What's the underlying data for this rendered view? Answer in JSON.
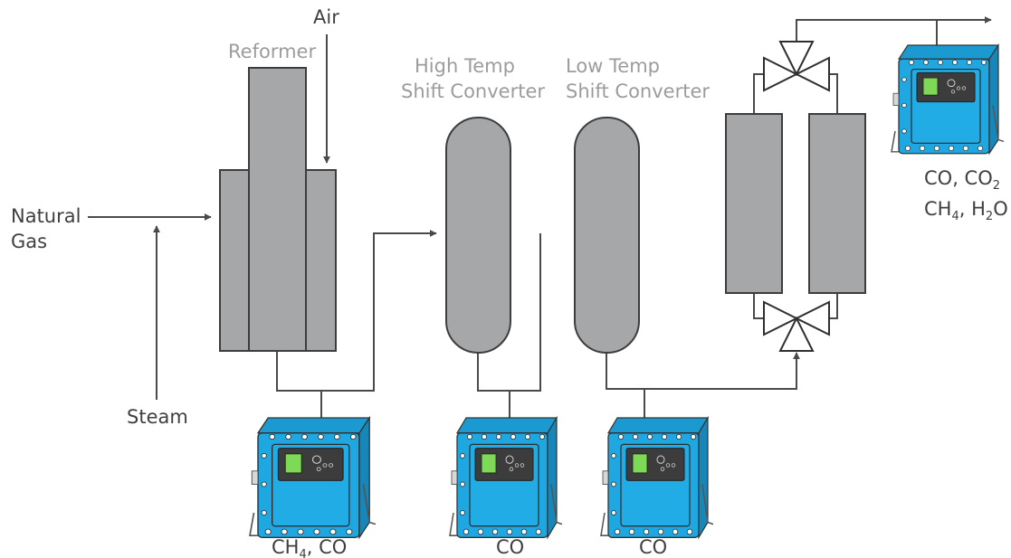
{
  "labels": {
    "air": "Air",
    "reformer": "Reformer",
    "htsc_line1": "High Temp",
    "htsc_line2": "Shift Converter",
    "ltsc_line1": "Low Temp",
    "ltsc_line2": "Shift Converter",
    "natural_gas_line1": "Natural",
    "natural_gas_line2": "Gas",
    "steam": "Steam"
  },
  "analyzers": [
    {
      "id": "analyzer-reformer",
      "measurement": {
        "a": "CH",
        "a_sub": "4",
        "b": ", CO"
      }
    },
    {
      "id": "analyzer-htsc",
      "measurement": "CO"
    },
    {
      "id": "analyzer-ltsc",
      "measurement": "CO"
    },
    {
      "id": "analyzer-product",
      "measurement": {
        "line1_a": "CO, CO",
        "line1_sub": "2",
        "line2_a": "CH",
        "line2_sub1": "4",
        "line2_b": ", H",
        "line2_sub2": "2",
        "line2_c": "O"
      }
    }
  ],
  "colors": {
    "vessel_fill": "#a6a7a9",
    "analyzer_blue": "#1ea7e1",
    "analyzer_dark": "#3c3c3c",
    "display_green": "#7ed957",
    "pipe": "#4a4a4a",
    "gray_label": "#9c9c9c"
  }
}
